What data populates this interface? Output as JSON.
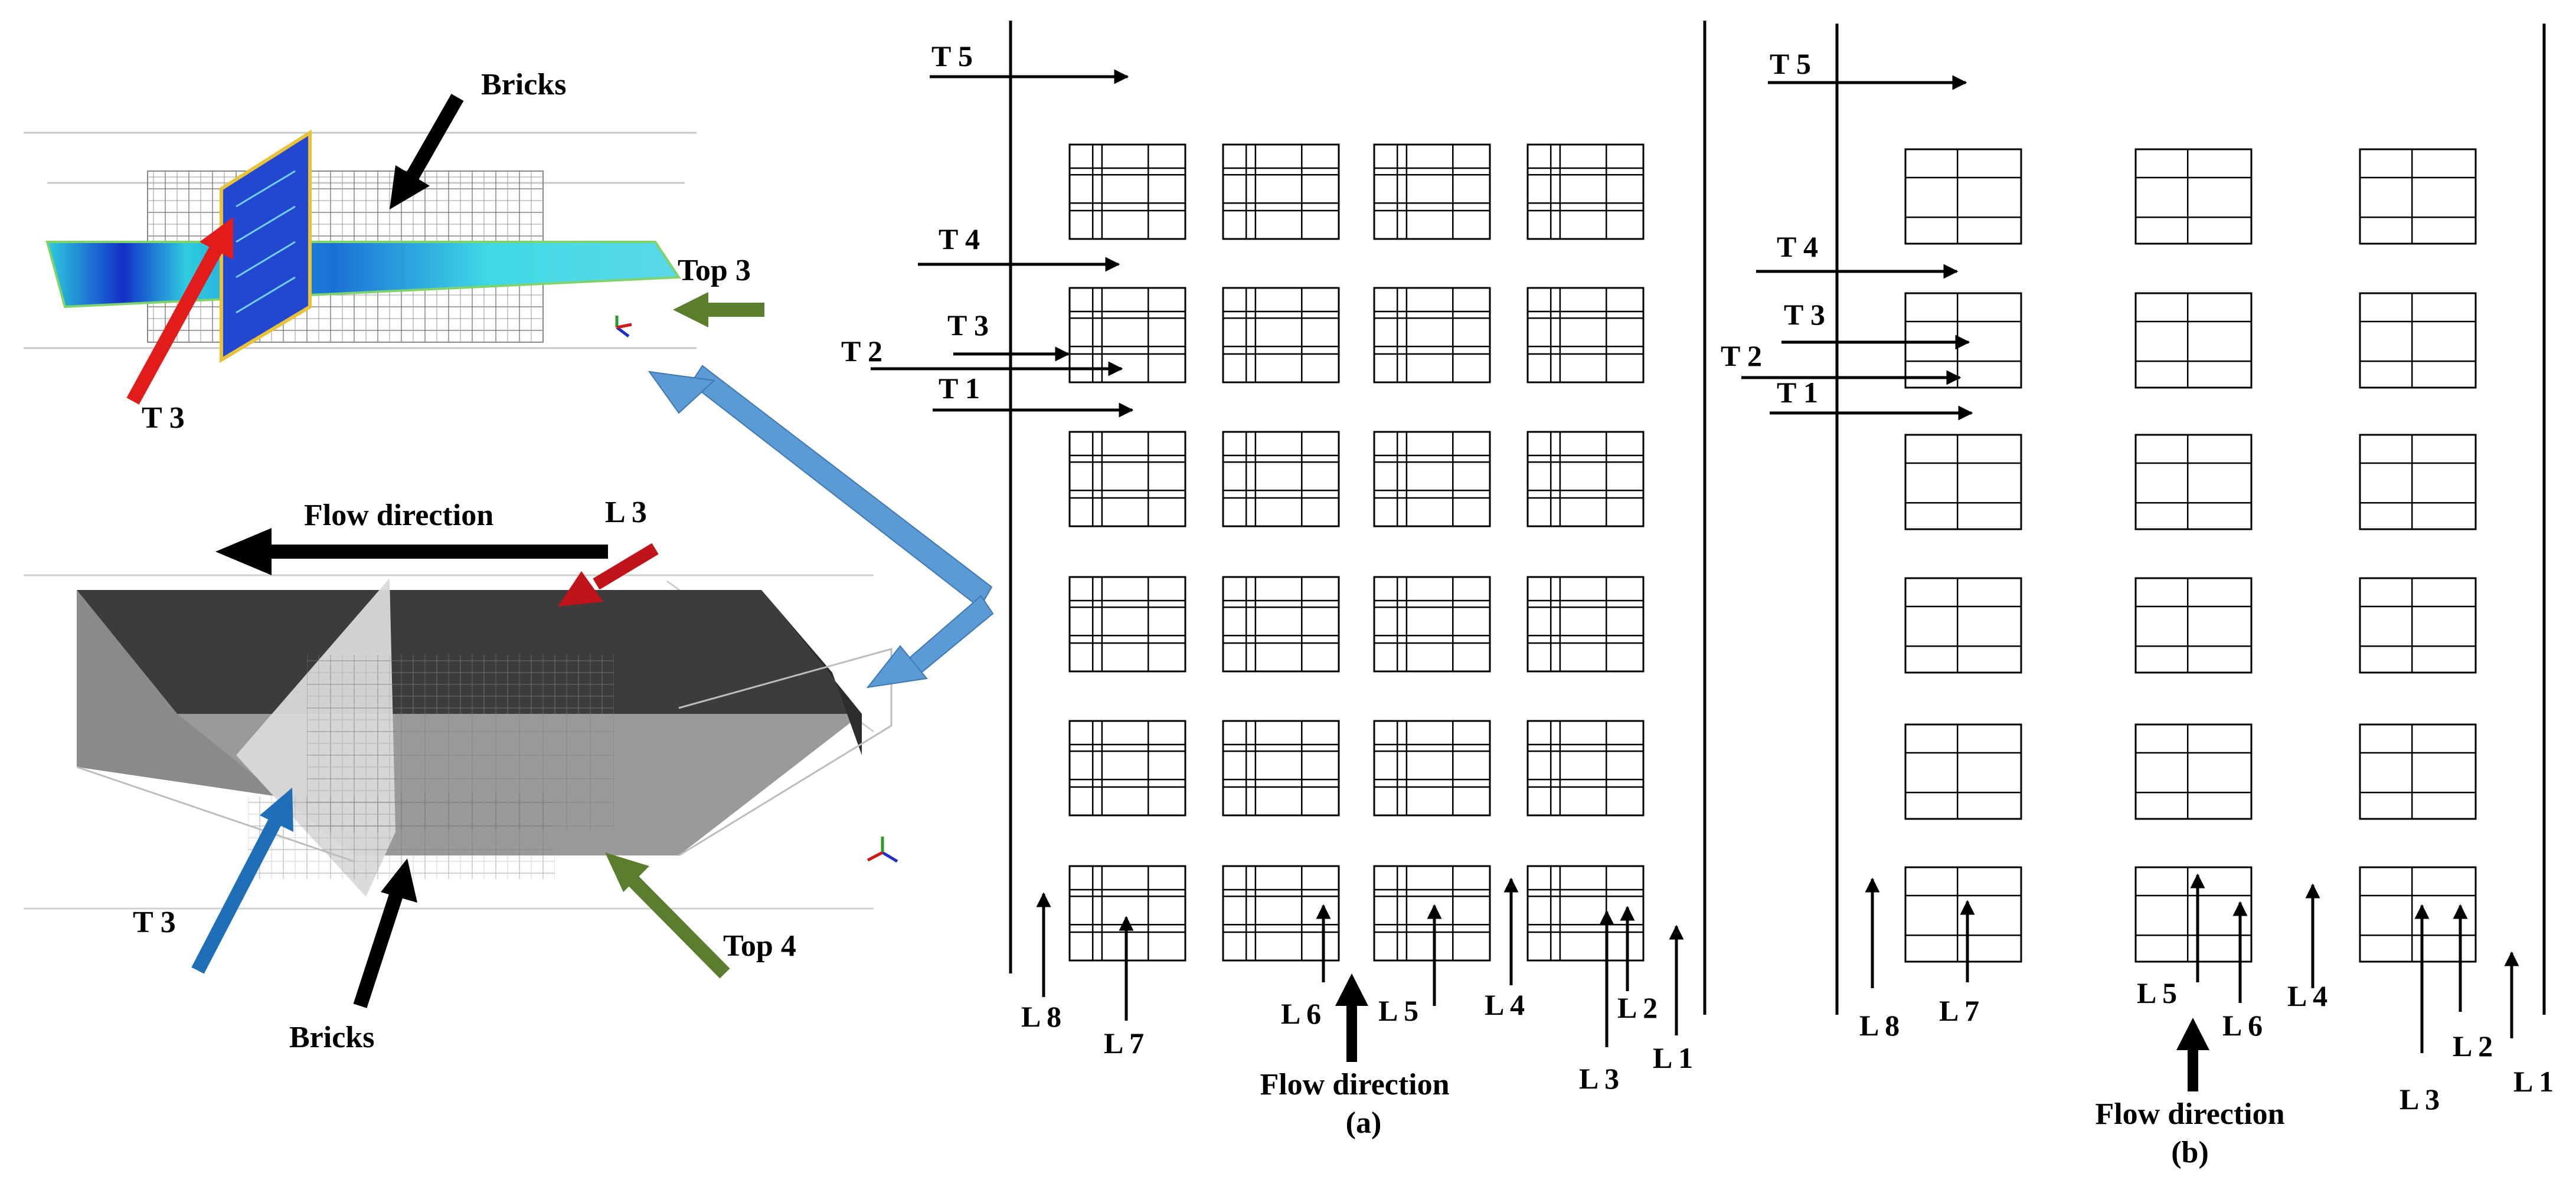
{
  "colors": {
    "ink": "#000000",
    "red_arrow": "#e21b1b",
    "green_arrow": "#5a7d2e",
    "blue_arrow": "#1f6fb8",
    "link_arrow": "#5b9bd5",
    "dark_red_arrow": "#c0141a",
    "flow_slice_low": "#1230c8",
    "flow_slice_high": "#2ecce0",
    "plane_dark": "#3c3c3c",
    "plane_mid": "#8a8a8a",
    "plane_light": "#d9d9d9"
  },
  "top_view": {
    "bricks_label": "Bricks",
    "t3_label": "T 3",
    "top3_label": "Top 3"
  },
  "bottom_view": {
    "flow_label": "Flow direction",
    "l3_label": "L 3",
    "t3_label": "T 3",
    "bricks_label": "Bricks",
    "top4_label": "Top 4"
  },
  "panel_a": {
    "caption": "(a)",
    "flow_label": "Flow direction",
    "brick_columns": 4,
    "brick_rows": 6,
    "transverse_labels": [
      "T 5",
      "T 4",
      "T 3",
      "T 2",
      "T 1"
    ],
    "longitudinal_labels": [
      "L 8",
      "L 7",
      "L 6",
      "L 5",
      "L 4",
      "L 3",
      "L 2",
      "L 1"
    ]
  },
  "panel_b": {
    "caption": "(b)",
    "flow_label": "Flow direction",
    "brick_columns": 3,
    "brick_rows": 6,
    "transverse_labels": [
      "T 5",
      "T 4",
      "T 3",
      "T 2",
      "T 1"
    ],
    "longitudinal_labels": [
      "L 8",
      "L 7",
      "L 5",
      "L 6",
      "L 4",
      "L 3",
      "L 2",
      "L 1"
    ]
  }
}
